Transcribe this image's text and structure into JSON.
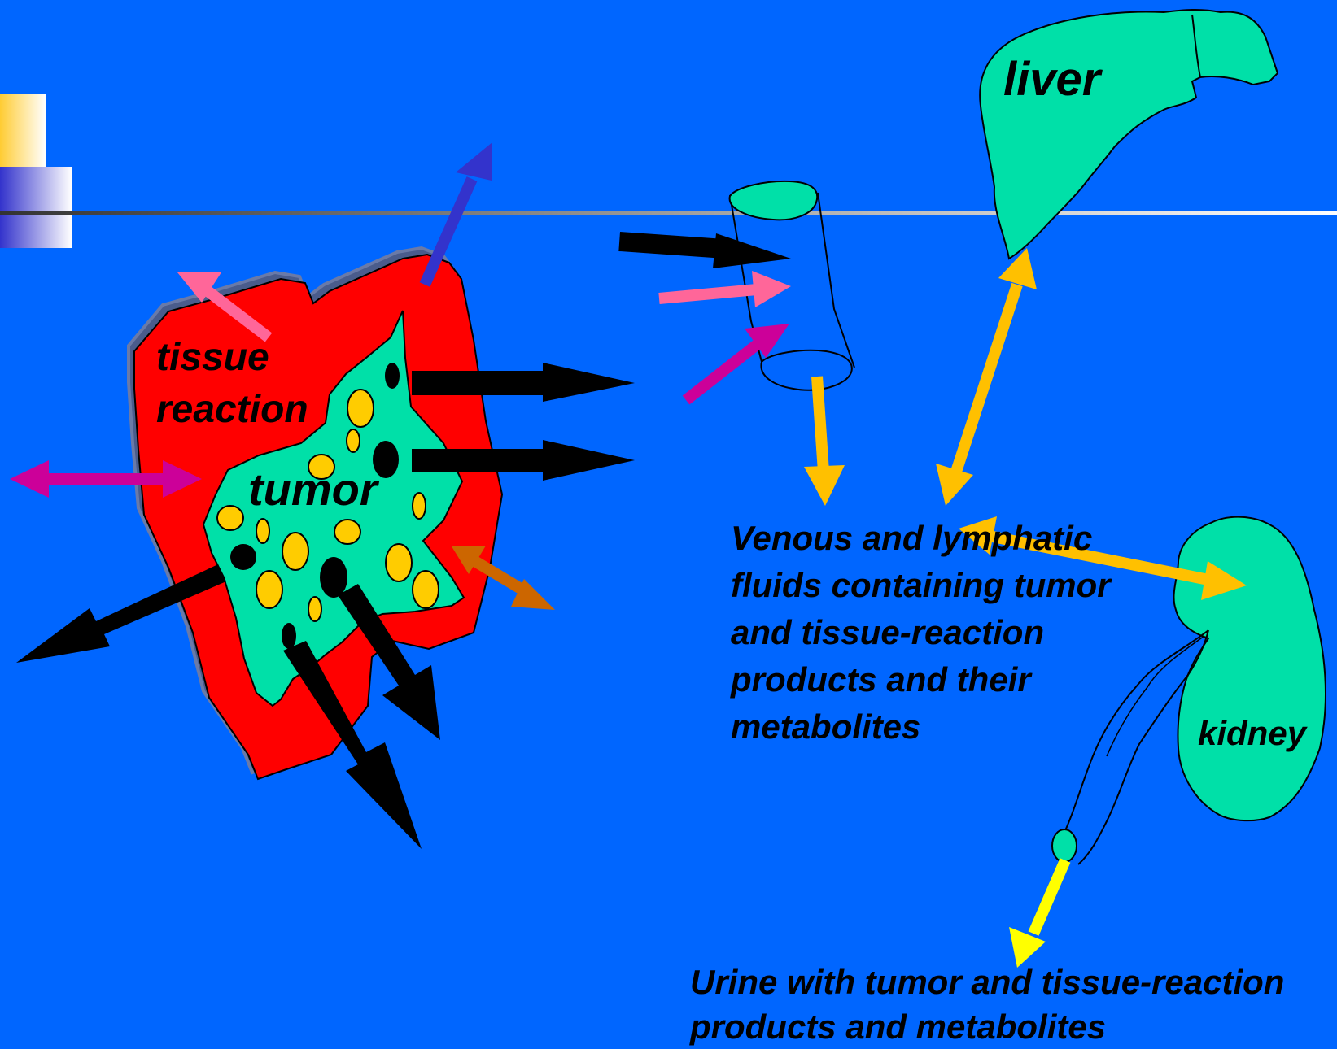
{
  "labels": {
    "tissue_reaction": "tissue reaction",
    "tumor": "tumor",
    "liver": "liver",
    "kidney": "kidney",
    "fluids": "Venous and lymphatic fluids containing tumor and tissue-reaction products and their metabolites",
    "urine": "Urine with tumor and tissue-reaction products and metabolites"
  },
  "colors": {
    "background": "#0066ff",
    "tissue_reaction": "#ff0000",
    "organ": "#00e0a8",
    "vesicle": "#ffcc00",
    "black_arrow": "#000000",
    "pink_arrow": "#ff6699",
    "magenta_arrow": "#cc0099",
    "blue_arrow": "#3333cc",
    "orange_arrow": "#cc6600",
    "fluid_arrow": "#ffc000",
    "urine_arrow": "#ffff00"
  }
}
